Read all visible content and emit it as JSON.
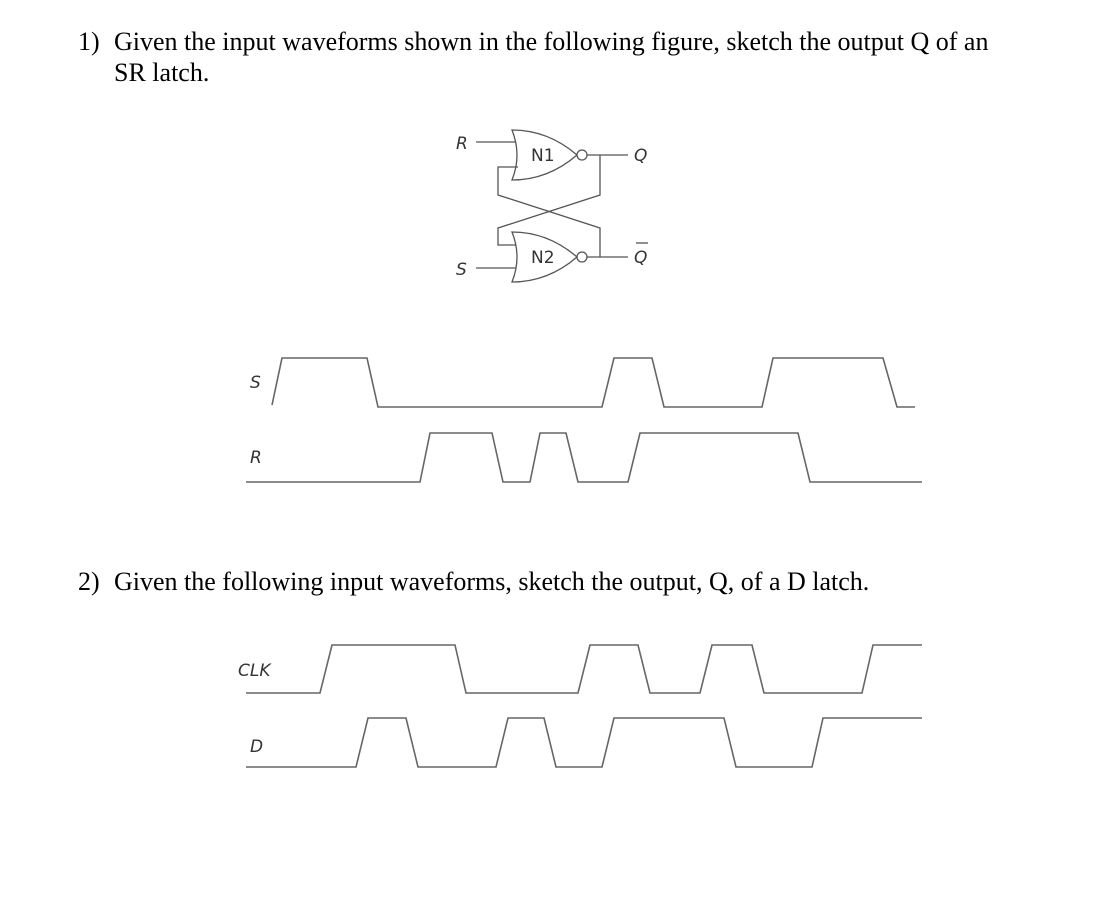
{
  "question1": {
    "number": "1)",
    "text": "Given the input waveforms shown in the following figure, sketch the output Q of an SR latch."
  },
  "latch_diagram": {
    "input_r": "R",
    "input_s": "S",
    "gate_top": "N1",
    "gate_bottom": "N2",
    "output_q": "Q",
    "output_qbar": "Q"
  },
  "sr_waveforms": {
    "s_label": "S",
    "r_label": "R"
  },
  "question2": {
    "number": "2)",
    "text": "Given the following input waveforms, sketch the output, Q, of a D latch."
  },
  "d_waveforms": {
    "clk_label": "CLK",
    "d_label": "D"
  }
}
